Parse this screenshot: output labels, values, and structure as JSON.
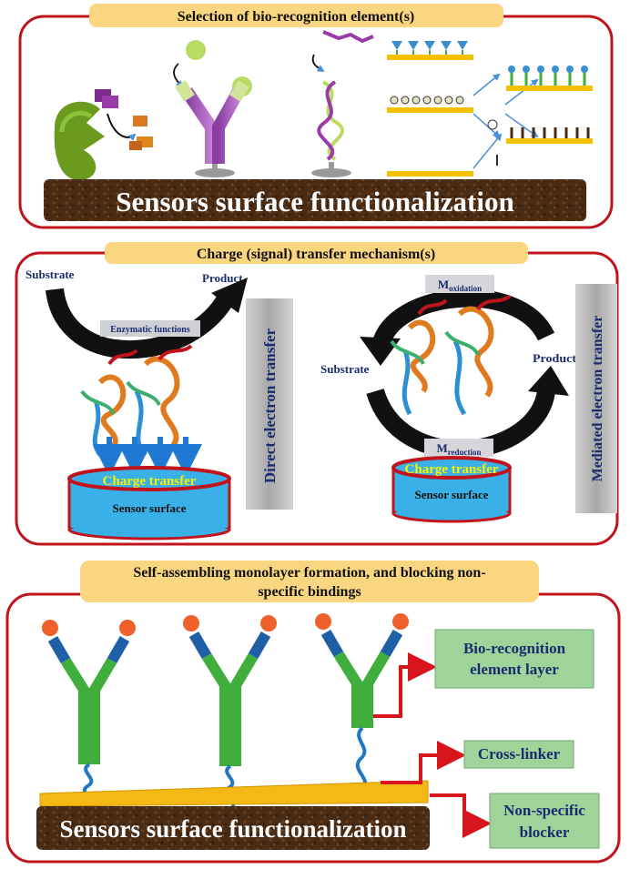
{
  "panel1": {
    "title": "Selection of bio-recognition element(s)",
    "surface_label": "Sensors surface functionalization"
  },
  "panel2": {
    "title": "Charge (signal) transfer mechanism(s)",
    "left": {
      "substrate": "Substrate",
      "product": "Product",
      "enzymatic": "Enzymatic functions",
      "charge_transfer": "Charge transfer",
      "sensor_surface": "Sensor surface",
      "side_label": "Direct electron transfer"
    },
    "right": {
      "m_ox_main": "M",
      "m_ox_sub": "oxidation",
      "m_red_main": "M",
      "m_red_sub": "reduction",
      "substrate": "Substrate",
      "product": "Product",
      "charge_transfer": "Charge transfer",
      "sensor_surface": "Sensor surface",
      "side_label": "Mediated  electron transfer"
    }
  },
  "panel3": {
    "title_line1": "Self-assembling monolayer formation, and blocking non-",
    "title_line2": "specific bindings",
    "box1_line1": "Bio-recognition",
    "box1_line2": "element layer",
    "box2": "Cross-linker",
    "box3_line1": "Non-specific",
    "box3_line2": "blocker",
    "surface_label": "Sensors surface functionalization"
  },
  "colors": {
    "panel_border": "#c0141c",
    "title_fill": "#fbd681",
    "surface_fill": "#4a2c14",
    "label_box_fill": "#9ed49a",
    "arrow_red": "#d8141c",
    "sensor_blue": "#3ab0e8",
    "antibody_green": "#3fae3c",
    "antibody_blue": "#1f5fa8",
    "tip_orange": "#f0602a"
  }
}
